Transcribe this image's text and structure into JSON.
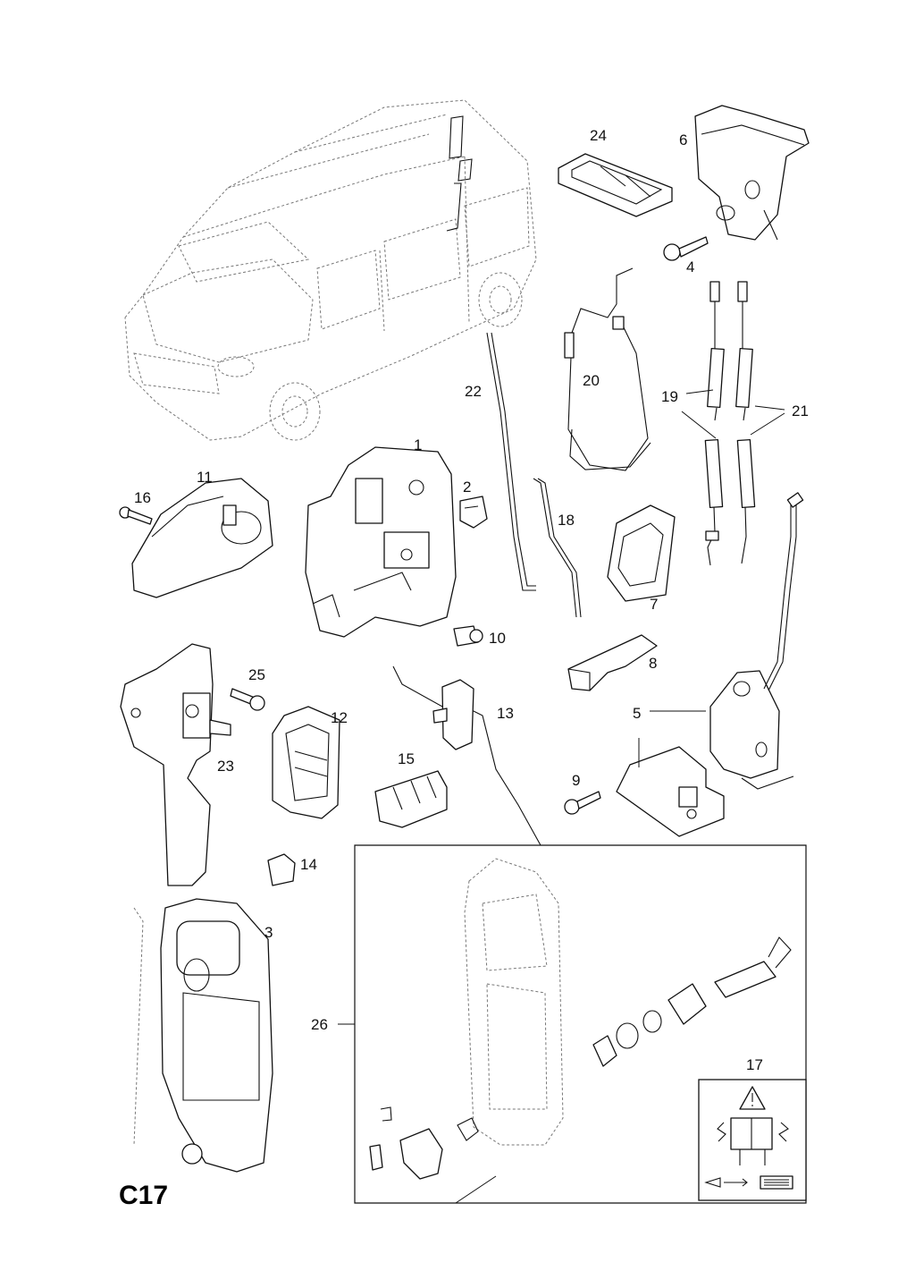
{
  "page": {
    "code": "C17"
  },
  "callouts": [
    "1",
    "2",
    "3",
    "4",
    "5",
    "6",
    "7",
    "8",
    "9",
    "10",
    "11",
    "12",
    "13",
    "14",
    "15",
    "16",
    "17",
    "18",
    "19",
    "20",
    "21",
    "22",
    "23",
    "24",
    "25",
    "26"
  ],
  "icons": {
    "warning": "warning-triangle-icon",
    "arrow": "arrow-right-icon",
    "manual": "manual-icon"
  }
}
